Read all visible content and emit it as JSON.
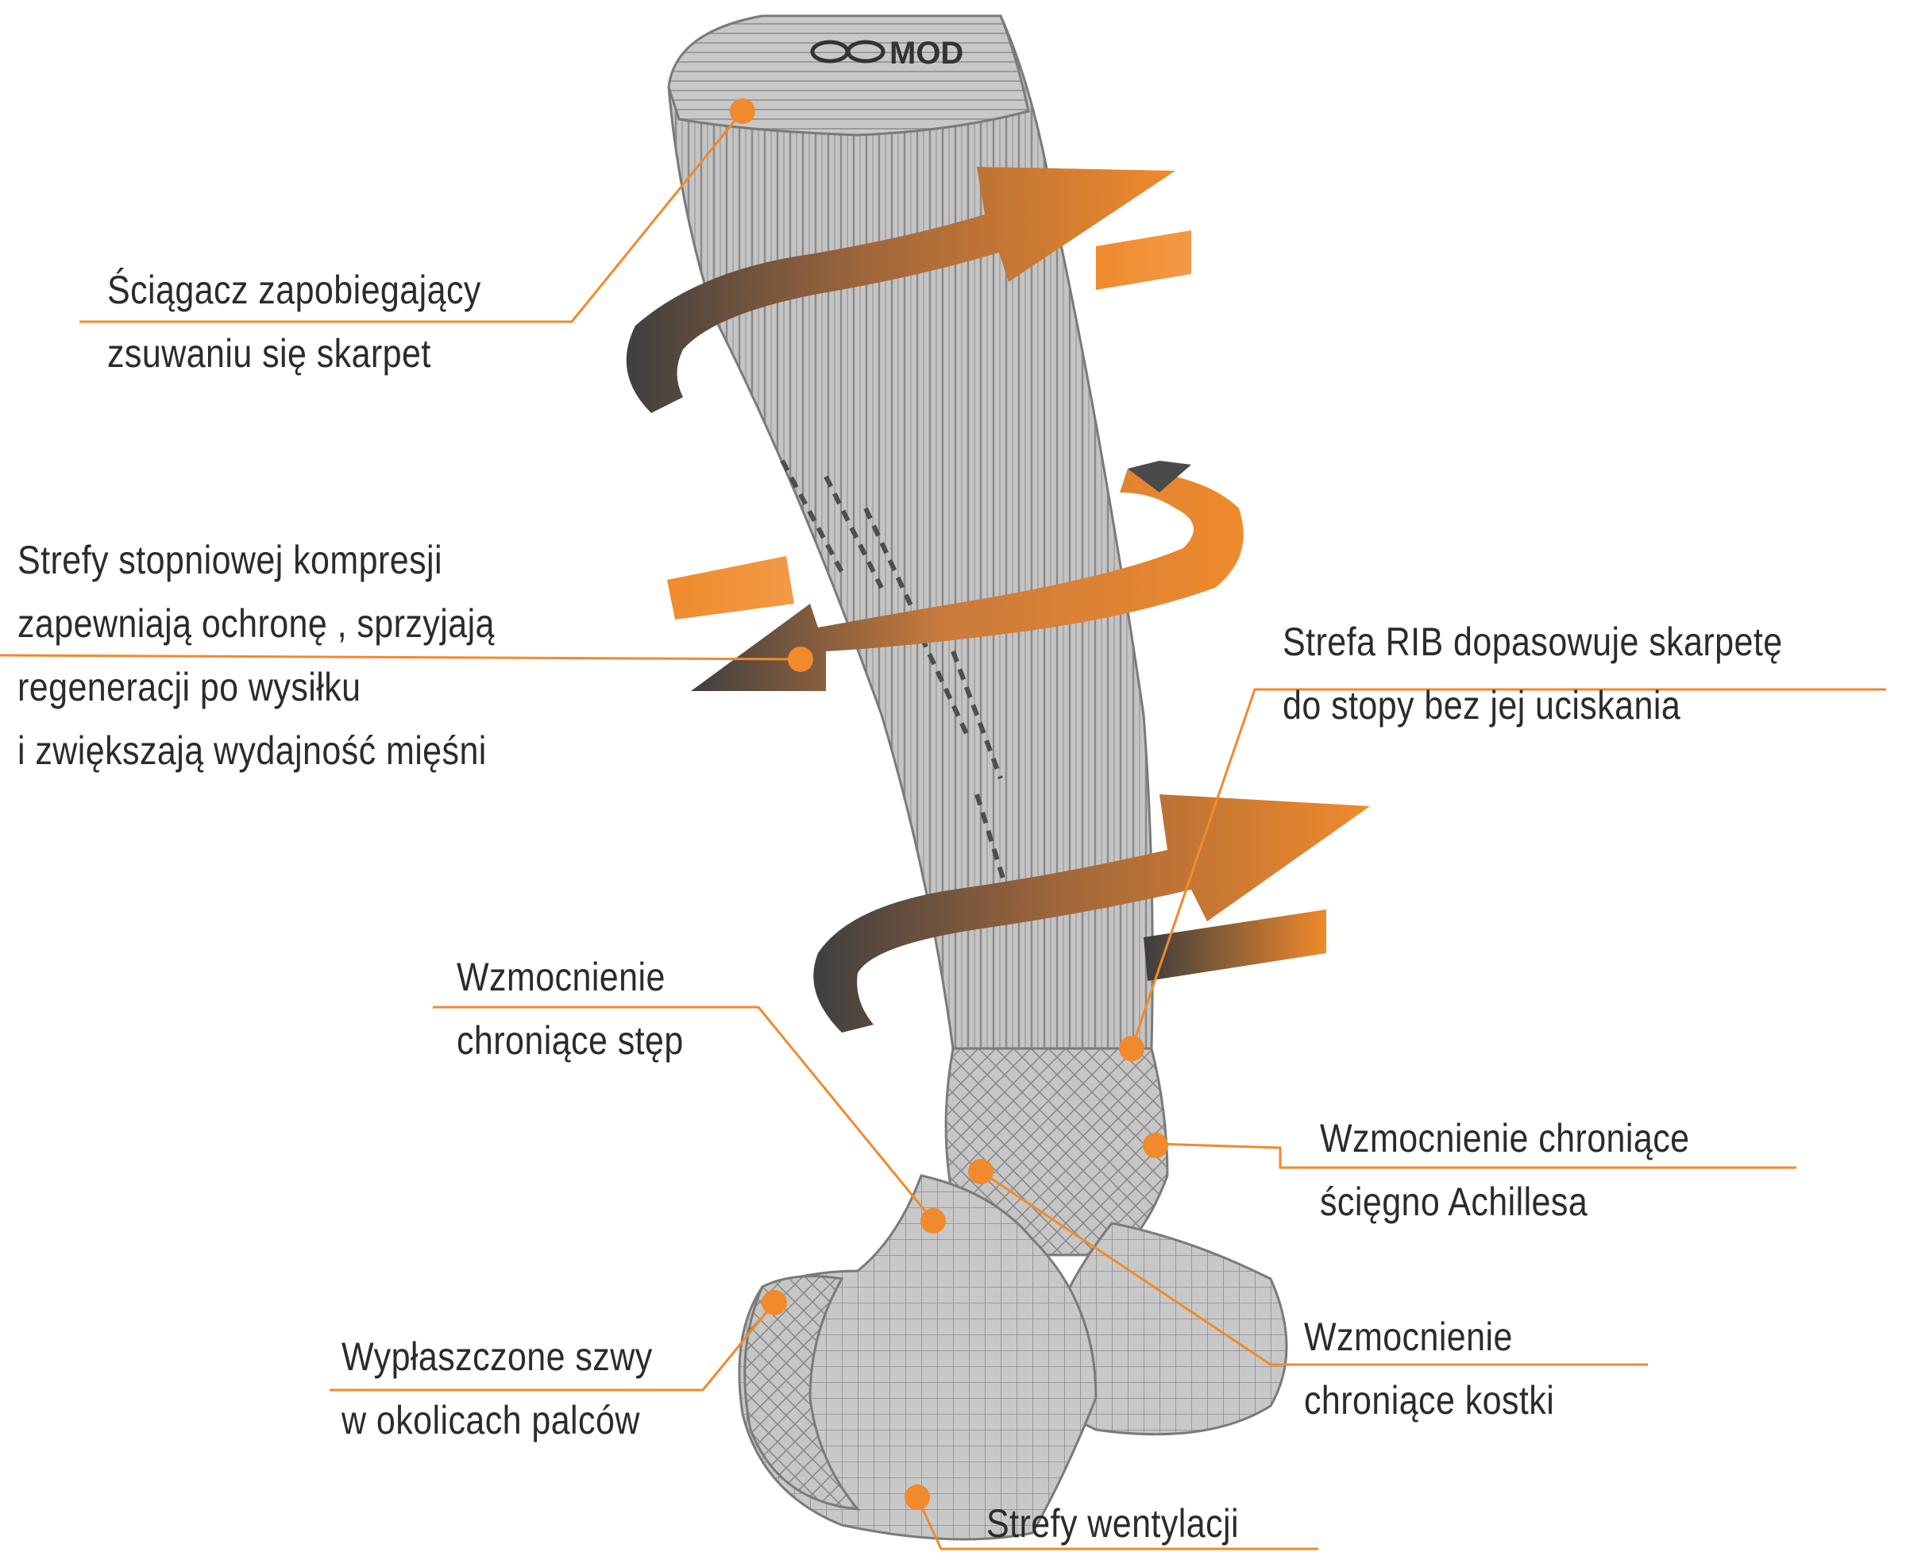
{
  "brand": {
    "logo_text": "MOD"
  },
  "colors": {
    "accent": "#f08a2c",
    "sock": "#bdbdbd",
    "sock_dark": "#7a7a7a",
    "text": "#2b2b2b",
    "arrow_dark": "#4a4a4a"
  },
  "callouts": {
    "cuff": {
      "line1": "Ściągacz zapobiegający",
      "line2": "zsuwaniu się skarpet"
    },
    "compression": {
      "line1": "Strefy stopniowej kompresji",
      "line2": "zapewniają ochronę , sprzyjają",
      "line3": "regeneracji po wysiłku",
      "line4": "i zwiększają wydajność mięśni"
    },
    "rib": {
      "line1": "Strefa RIB dopasowuje skarpetę",
      "line2": "do stopy bez jej uciskania"
    },
    "instep": {
      "line1": "Wzmocnienie",
      "line2": "chroniące stęp"
    },
    "achilles": {
      "line1": "Wzmocnienie chroniące",
      "line2": "ścięgno Achillesa"
    },
    "seams": {
      "line1": "Wypłaszczone szwy",
      "line2": "w okolicach palców"
    },
    "ankle": {
      "line1": "Wzmocnienie",
      "line2": "chroniące kostki"
    },
    "ventilation": {
      "line1": "Strefy wentylacji"
    }
  }
}
